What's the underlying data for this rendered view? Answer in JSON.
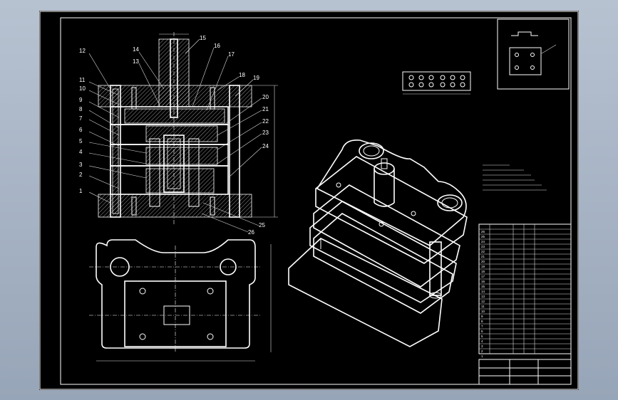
{
  "part_numbers_left": [
    "12",
    "11",
    "10",
    "9",
    "8",
    "7",
    "6",
    "5",
    "4",
    "3",
    "2",
    "1"
  ],
  "part_numbers_top": [
    "14",
    "13",
    "15",
    "16",
    "17",
    "18",
    "19"
  ],
  "part_numbers_right": [
    "20",
    "21",
    "22",
    "23",
    "24",
    "25",
    "26"
  ],
  "tech_note_lines": 6,
  "bom_rows": 26,
  "bom_number_column": [
    "26",
    "25",
    "24",
    "23",
    "22",
    "21",
    "20",
    "19",
    "18",
    "17",
    "16",
    "15",
    "14",
    "13",
    "12",
    "11",
    "10",
    "9",
    "8",
    "7",
    "6",
    "5",
    "4",
    "3",
    "2",
    "1"
  ]
}
